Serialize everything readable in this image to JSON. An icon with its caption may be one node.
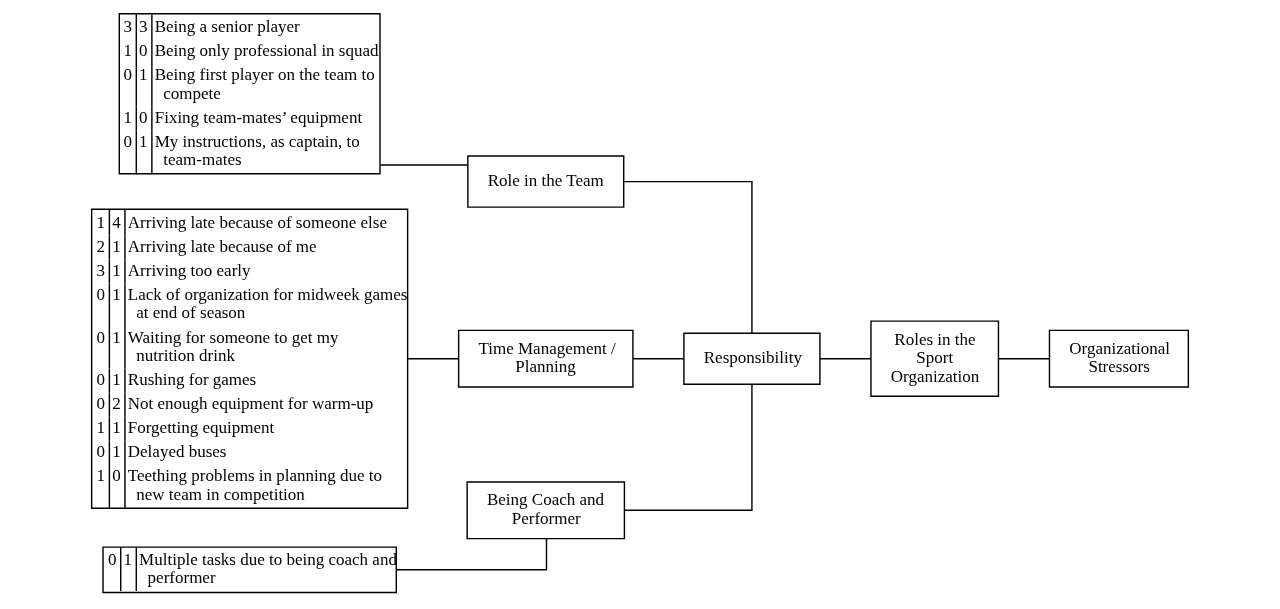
{
  "diagram": {
    "nodes": [
      {
        "text": [
          "3",
          "3",
          "Being a senior player",
          "1",
          "0",
          "Being only professional in squad",
          "0",
          "1",
          "Being first player on the team to compete",
          "1",
          "0",
          "Fixing team-mates’ equipment",
          "0",
          "1",
          "My instructions, as captain, to team-mates"
        ]
      },
      {
        "text": [
          "Role in the Team"
        ]
      },
      {
        "text": [
          "1",
          "4",
          "Arriving late because of someone else",
          "2",
          "1",
          "Arriving late because of me",
          "3",
          "1",
          "Arriving too early",
          "0",
          "1",
          "Lack of organization for midweek games at end of season",
          "0",
          "1",
          "Waiting for someone to get my nutrition drink",
          "0",
          "1",
          "Rushing for games",
          "0",
          "2",
          "Not enough equipment for warm-up",
          "1",
          "1",
          "Forgetting equipment",
          "0",
          "1",
          "Delayed buses",
          "1",
          "0",
          "Teething problems in planning due to new team in competition"
        ]
      },
      {
        "text": [
          "Time Management / Planning"
        ]
      },
      {
        "text": [
          "0",
          "1",
          "Multiple tasks due to being coach and performer"
        ]
      },
      {
        "text": [
          "Being Coach and Performer"
        ]
      },
      {
        "text": [
          "Responsibility"
        ]
      },
      {
        "text": [
          "Roles in the Sport Organization"
        ]
      },
      {
        "text": [
          "Organizational Stressors"
        ]
      }
    ],
    "edges": [
      {
        "from": 0,
        "to": 1,
        "arrow": "none"
      },
      {
        "from": 2,
        "to": 3,
        "arrow": "none"
      },
      {
        "from": 4,
        "to": 5,
        "arrow": "none"
      },
      {
        "from": 1,
        "to": 6,
        "arrow": "none"
      },
      {
        "from": 3,
        "to": 6,
        "arrow": "none"
      },
      {
        "from": 5,
        "to": 6,
        "arrow": "none"
      },
      {
        "from": 6,
        "to": 7,
        "arrow": "none"
      },
      {
        "from": 7,
        "to": 8,
        "arrow": "none"
      }
    ]
  }
}
